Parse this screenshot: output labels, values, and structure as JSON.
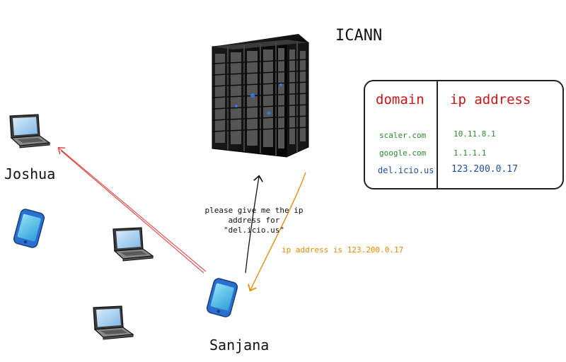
{
  "labels": {
    "icann": "ICANN",
    "joshua": "Joshua",
    "sanjana": "Sanjana",
    "request": "please give me the ip address for \"del.icio.us\"",
    "response": "ip address is 123.200.0.17"
  },
  "dns_table": {
    "headers": {
      "domain": "domain",
      "ip": "ip address"
    },
    "rows": [
      {
        "domain": "scaler.com",
        "ip": "10.11.8.1",
        "color": "#2a8a2a"
      },
      {
        "domain": "google.com",
        "ip": "1.1.1.1",
        "color": "#2a8a2a"
      },
      {
        "domain": "del.icio.us",
        "ip": "123.200.0.17",
        "color": "#1c4fa0"
      }
    ]
  },
  "colors": {
    "header_red": "#c91515",
    "request_arrow": "#111111",
    "response_arrow": "#e08a00",
    "joshua_arrow": "#e03030",
    "phone_blue": "#2a6fd0"
  },
  "icons": [
    "server-rack-icon",
    "laptop-icon",
    "smartphone-icon"
  ]
}
